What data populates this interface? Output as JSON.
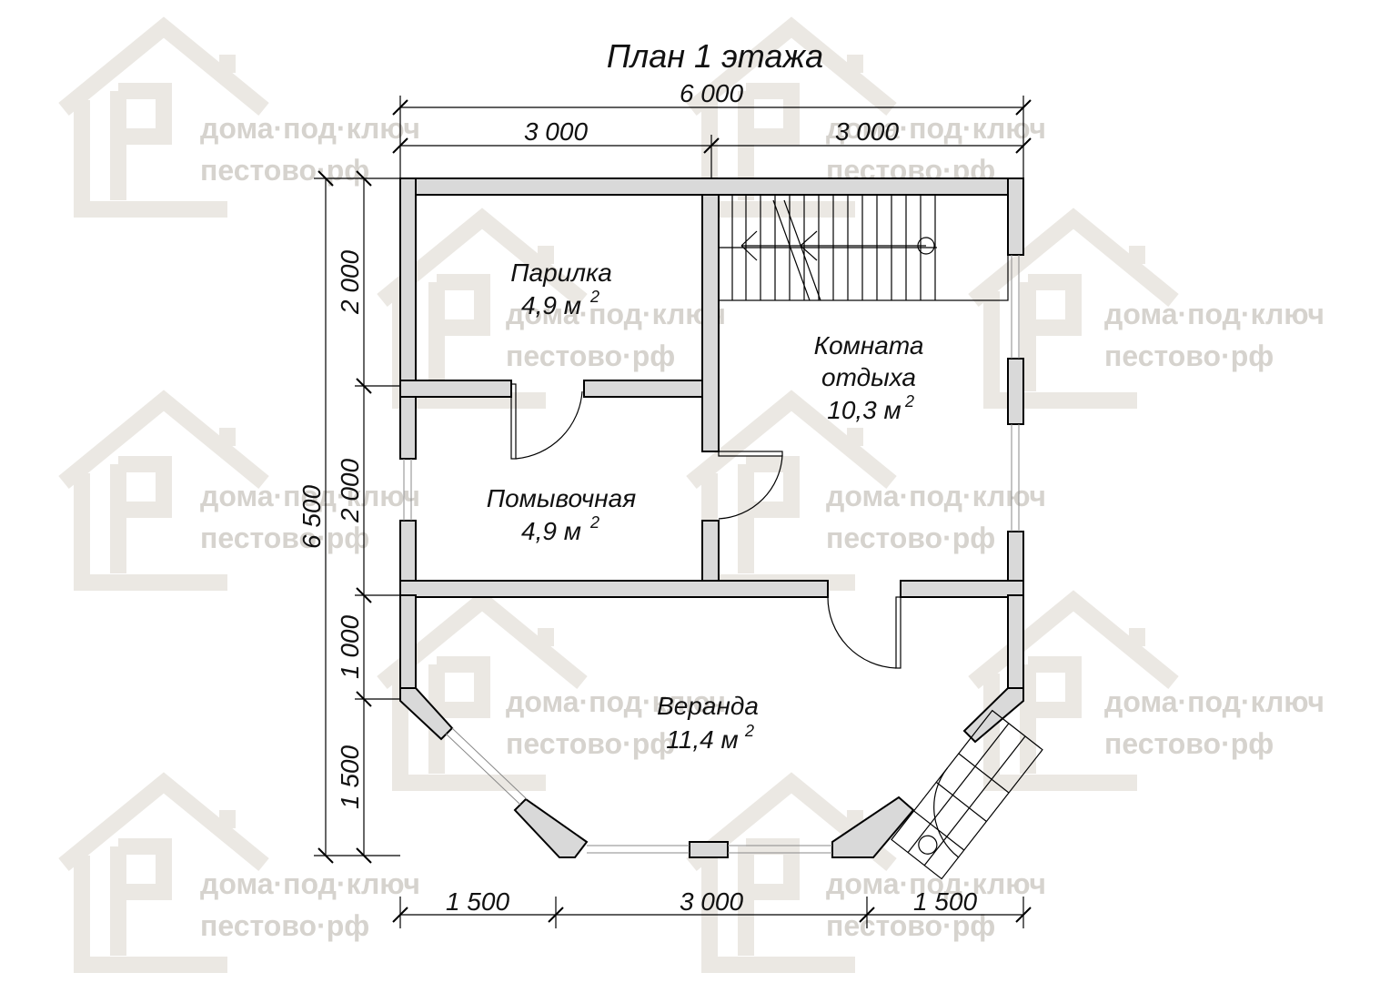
{
  "title": "План 1 этажа",
  "watermark": {
    "line1": "дома·под·ключ",
    "line2": "пестово·рф"
  },
  "rooms": {
    "parilka": {
      "name": "Парилка",
      "area": "4,9 м",
      "sup": "2"
    },
    "komnata": {
      "name1": "Комната",
      "name2": "отдыха",
      "area": "10,3 м",
      "sup": "2"
    },
    "pomyv": {
      "name": "Помывочная",
      "area": "4,9 м",
      "sup": "2"
    },
    "veranda": {
      "name": "Веранда",
      "area": "11,4 м",
      "sup": "2"
    }
  },
  "dimensions": {
    "top_total": "6 000",
    "top_left": "3 000",
    "top_right": "3 000",
    "left_total": "6 500",
    "left_1": "2 000",
    "left_2": "2 000",
    "left_3": "1 000",
    "left_4": "1 500",
    "bottom_1": "1 500",
    "bottom_2": "3 000",
    "bottom_3": "1 500"
  }
}
